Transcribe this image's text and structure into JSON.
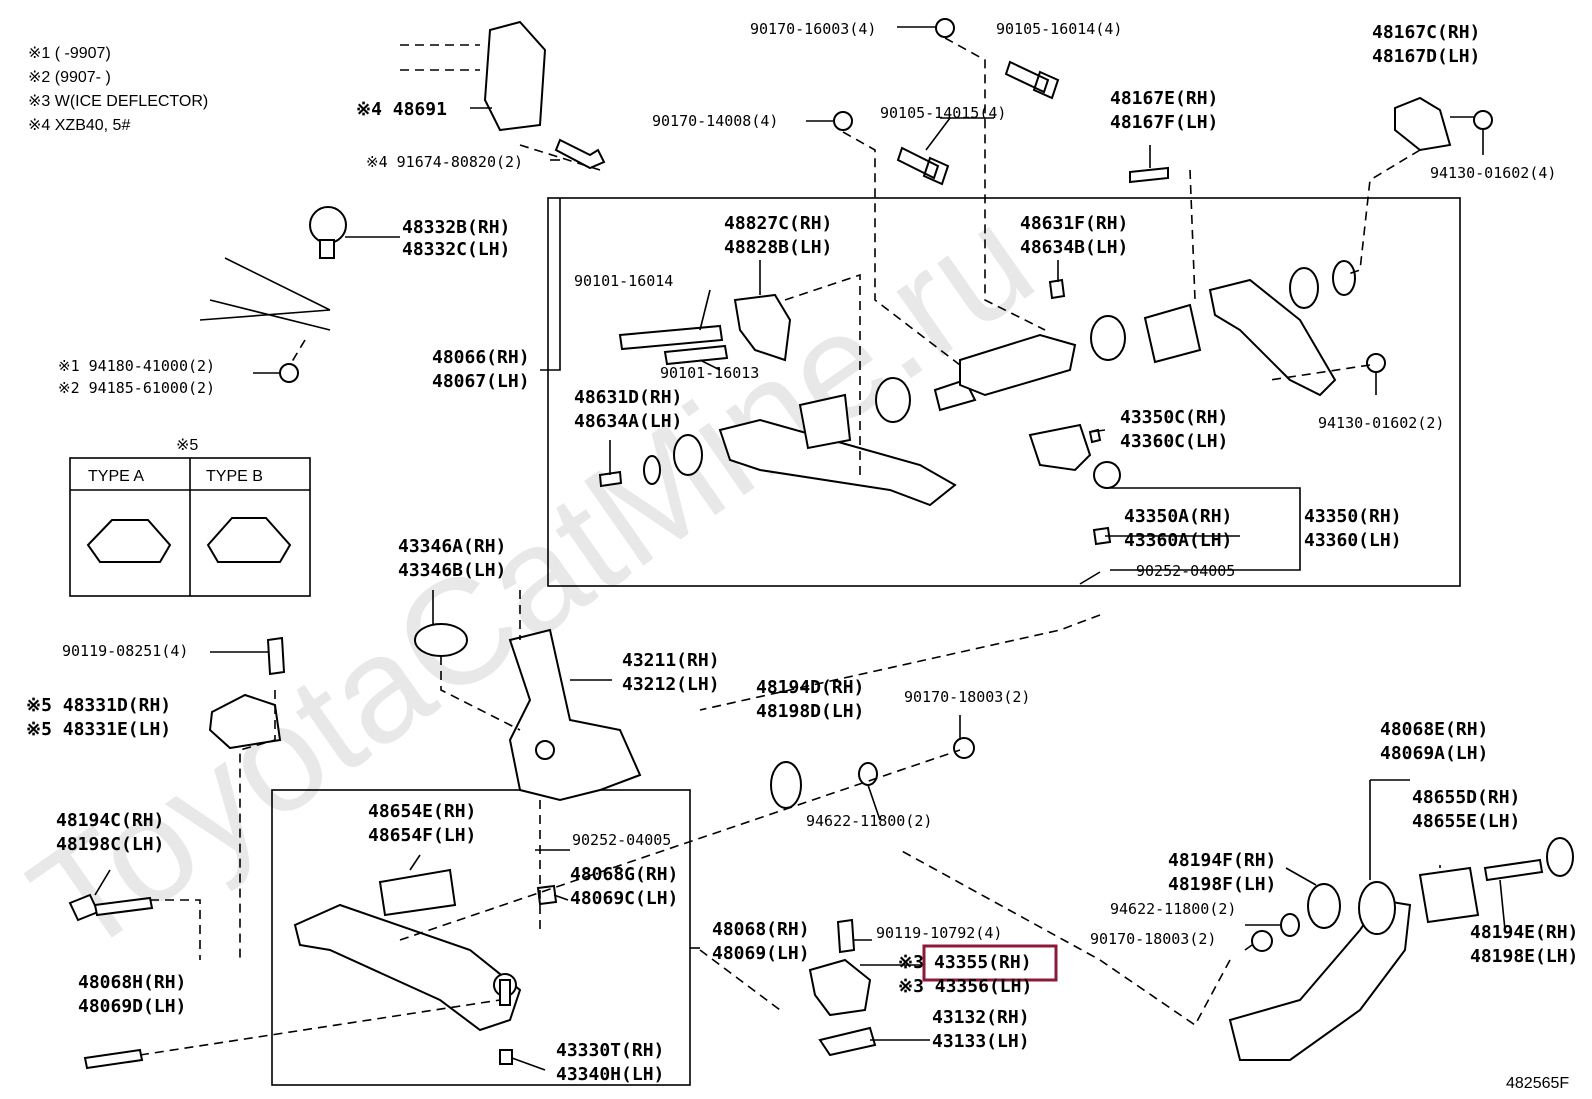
{
  "diagram_code": "482565F",
  "watermark": "ToyotaCatMine.ru",
  "notes": [
    "※1  (     -9907)",
    "※2  (9907-     )",
    "※3   W(ICE DEFLECTOR)",
    "※4   XZB40, 5#"
  ],
  "type_box": {
    "mark": "※5",
    "type_a": "TYPE  A",
    "type_b": "TYPE  B"
  },
  "highlight_color": "#8b1a3a",
  "labels": {
    "p90170_16003": "90170-16003(4)",
    "p90105_16014": "90105-16014(4)",
    "p48167c": "48167C(RH)",
    "p48167d": "48167D(LH)",
    "p90170_14008": "90170-14008(4)",
    "p90105_14015": "90105-14015(4)",
    "p48167e": "48167E(RH)",
    "p48167f": "48167F(LH)",
    "p94130_01602_4": "94130-01602(4)",
    "p48691": "※4 48691",
    "p91674": "※4 91674-80820(2)",
    "p48332b": "48332B(RH)",
    "p48332c": "48332C(LH)",
    "p48827c": "48827C(RH)",
    "p48828b": "48828B(LH)",
    "p48631f": "48631F(RH)",
    "p48634b": "48634B(LH)",
    "p90101_16014": "90101-16014",
    "p90101_16013": "90101-16013",
    "p48066": "48066(RH)",
    "p48067": "48067(LH)",
    "p94180": "※1 94180-41000(2)",
    "p94185": "※2 94185-61000(2)",
    "p48631d": "48631D(RH)",
    "p48634a": "48634A(LH)",
    "p94130_01602_2": "94130-01602(2)",
    "p43350c": "43350C(RH)",
    "p43360c": "43360C(LH)",
    "p43350a": "43350A(RH)",
    "p43360a": "43360A(LH)",
    "p43350": "43350(RH)",
    "p43360": "43360(LH)",
    "p90252_04005_a": "90252-04005",
    "p43346a": "43346A(RH)",
    "p43346b": "43346B(LH)",
    "p90119_08251": "90119-08251(4)",
    "p43211": "43211(RH)",
    "p43212": "43212(LH)",
    "p48331d": "※5 48331D(RH)",
    "p48331e": "※5 48331E(LH)",
    "p48194d": "48194D(RH)",
    "p48198d": "48198D(LH)",
    "p90170_18003_a": "90170-18003(2)",
    "p48068e": "48068E(RH)",
    "p48069a": "48069A(LH)",
    "p48194c": "48194C(RH)",
    "p48198c": "48198C(LH)",
    "p48654e": "48654E(RH)",
    "p48654f": "48654F(LH)",
    "p94622_a": "94622-11800(2)",
    "p90252_04005_b": "90252-04005",
    "p48655d": "48655D(RH)",
    "p48655e": "48655E(LH)",
    "p48068g": "48068G(RH)",
    "p48069c": "48069C(LH)",
    "p48194f": "48194F(RH)",
    "p48198f": "48198F(LH)",
    "p94622_b": "94622-11800(2)",
    "p48068": "48068(RH)",
    "p48069": "48069(LH)",
    "p90119_10792": "90119-10792(4)",
    "p90170_18003_b": "90170-18003(2)",
    "p48194e": "48194E(RH)",
    "p48198e": "48198E(LH)",
    "p48068h": "48068H(RH)",
    "p48069d": "48069D(LH)",
    "p43355_mark": "※3",
    "p43355": "43355(RH)",
    "p43356": "※3 43356(LH)",
    "p43132": "43132(RH)",
    "p43133": "43133(LH)",
    "p43330t": "43330T(RH)",
    "p43340h": "43340H(LH)"
  }
}
